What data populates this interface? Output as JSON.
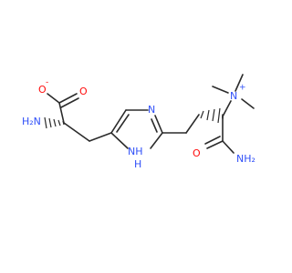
{
  "molecule": {
    "labels": {
      "o_carboxylate_minus": "O",
      "charge_minus": "-",
      "o_carboxyl": "O",
      "nh2_alpha": "H₂N",
      "n_ring_top": "N",
      "nh_ring": "NH",
      "h_ring": "H",
      "n_quat": "N",
      "charge_plus": "+",
      "o_amide": "O",
      "nh2_amide": "NH₂"
    }
  }
}
